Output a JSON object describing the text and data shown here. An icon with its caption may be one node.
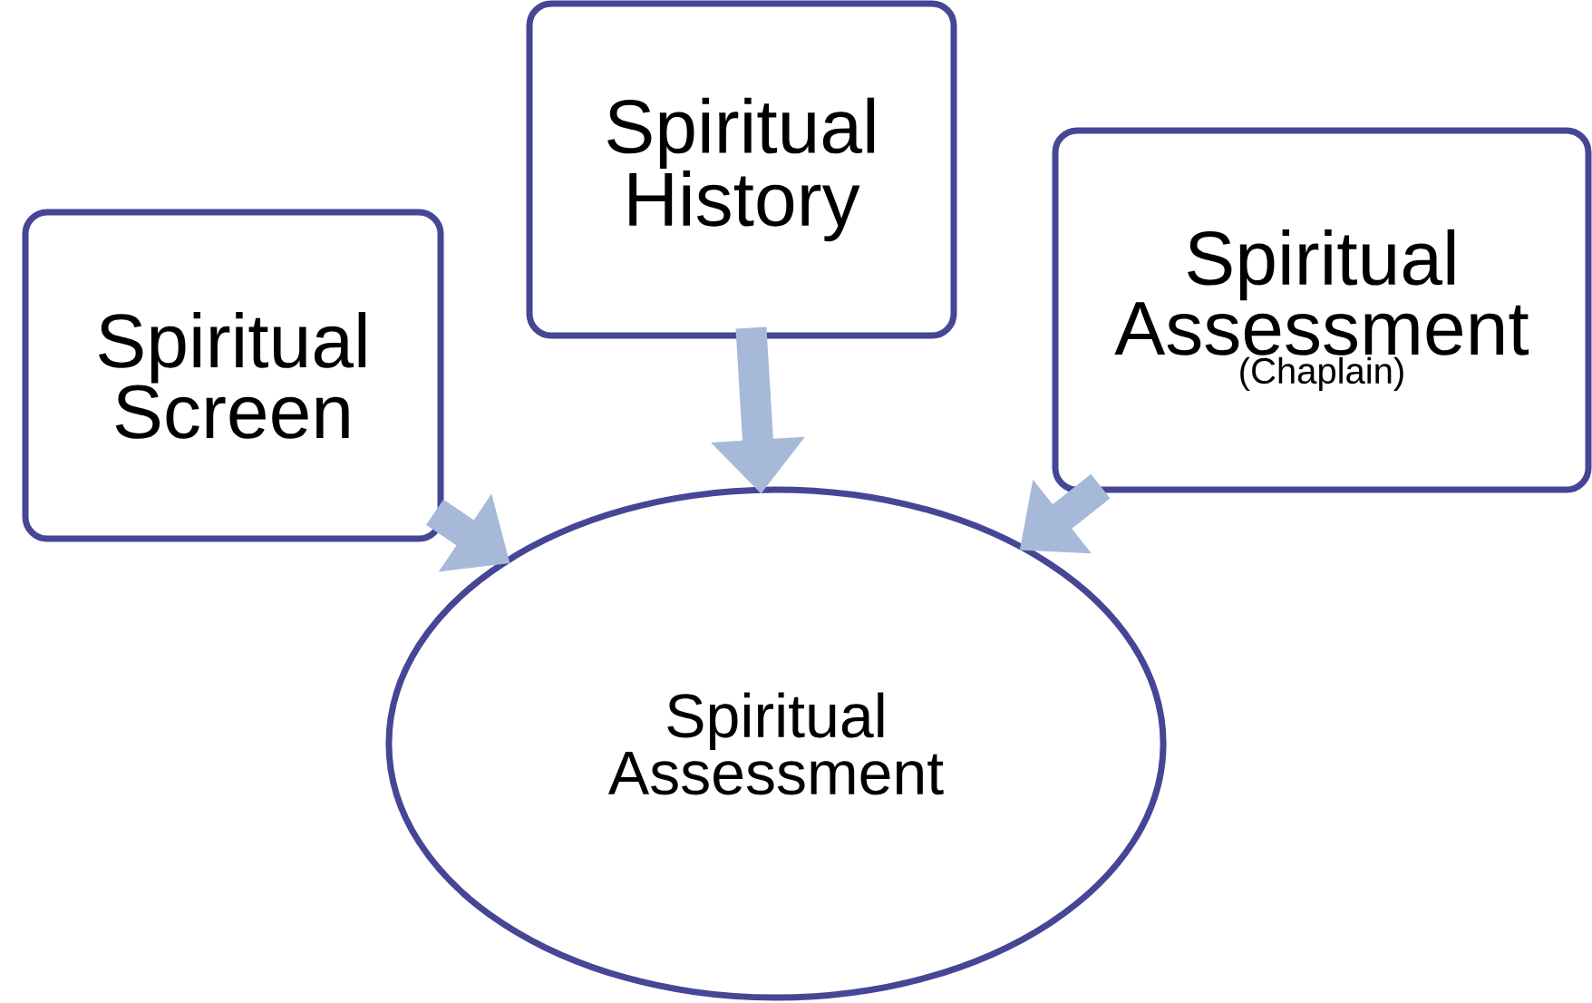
{
  "diagram": {
    "nodes": [
      {
        "text": [
          "Spiritual Screen"
        ]
      },
      {
        "text": [
          "Spiritual History"
        ]
      },
      {
        "text": [
          "Spiritual Assessment",
          "(Chaplain)"
        ]
      },
      {
        "text": [
          "Spiritual Assessment"
        ]
      }
    ],
    "edges": [
      {
        "from": 0,
        "to": 3,
        "arrow": "to"
      },
      {
        "from": 1,
        "to": 3,
        "arrow": "to"
      },
      {
        "from": 2,
        "to": 3,
        "arrow": "to"
      }
    ]
  }
}
